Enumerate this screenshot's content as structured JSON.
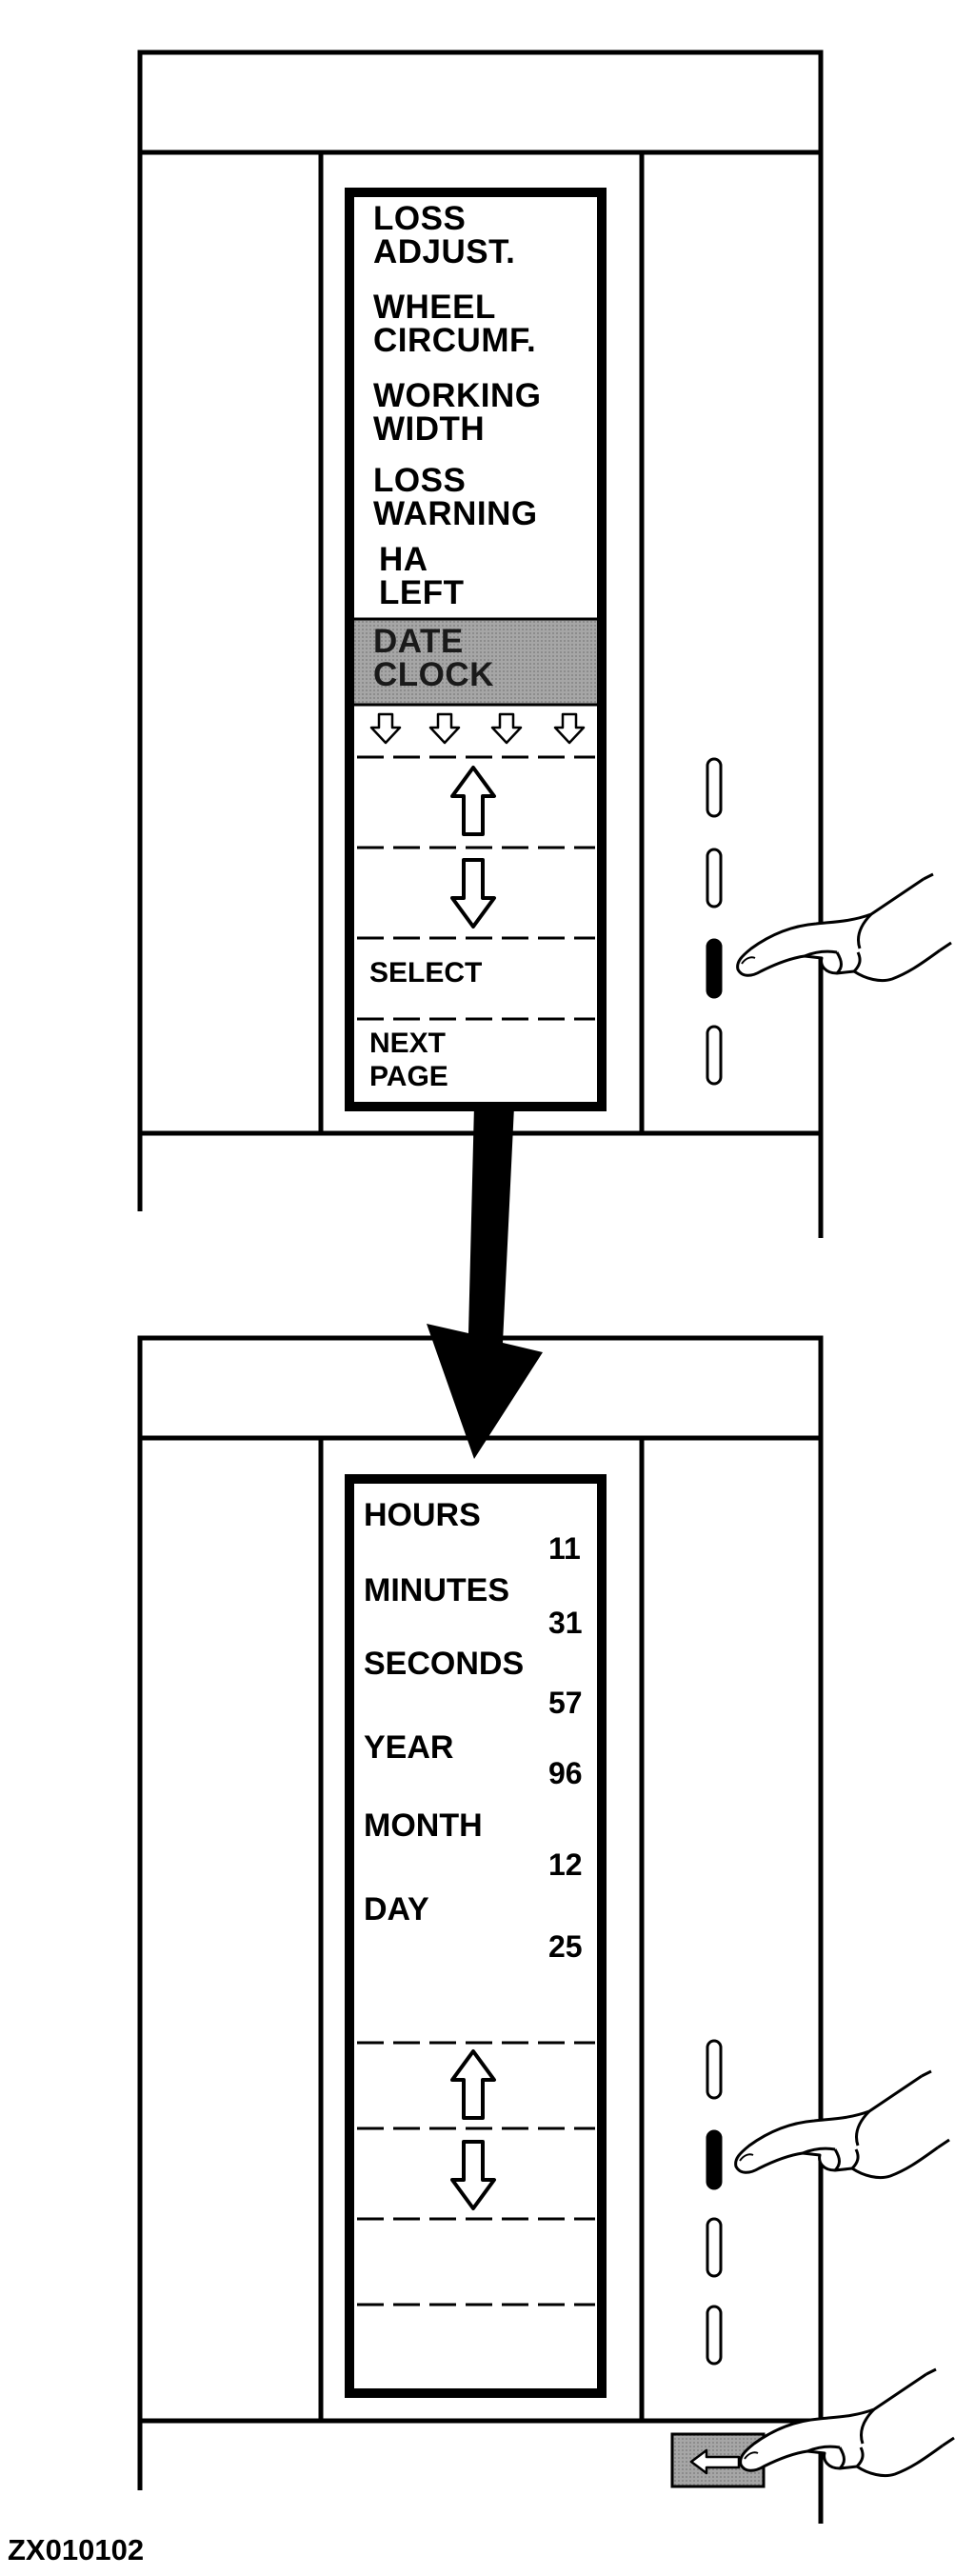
{
  "screen1": {
    "menu_items": [
      "LOSS\nADJUST.",
      "WHEEL\nCIRCUMF.",
      "WORKING\nWIDTH",
      "LOSS\nWARNING",
      "HA\nLEFT",
      "DATE\nCLOCK"
    ],
    "selected_item": "DATE\nCLOCK",
    "soft_keys": [
      "SELECT",
      "NEXT\nPAGE"
    ],
    "pressed_button": 3,
    "highlight_color": "#a6a6a6"
  },
  "screen2": {
    "rows": [
      {
        "label": "HOURS",
        "value": "11"
      },
      {
        "label": "MINUTES",
        "value": "31"
      },
      {
        "label": "SECONDS",
        "value": "57"
      },
      {
        "label": "YEAR",
        "value": "96"
      },
      {
        "label": "MONTH",
        "value": "12"
      },
      {
        "label": "DAY",
        "value": "25"
      }
    ],
    "pressed_button": 2,
    "return_key_icon": "return-arrow-icon"
  },
  "figure_id": "ZX010102"
}
